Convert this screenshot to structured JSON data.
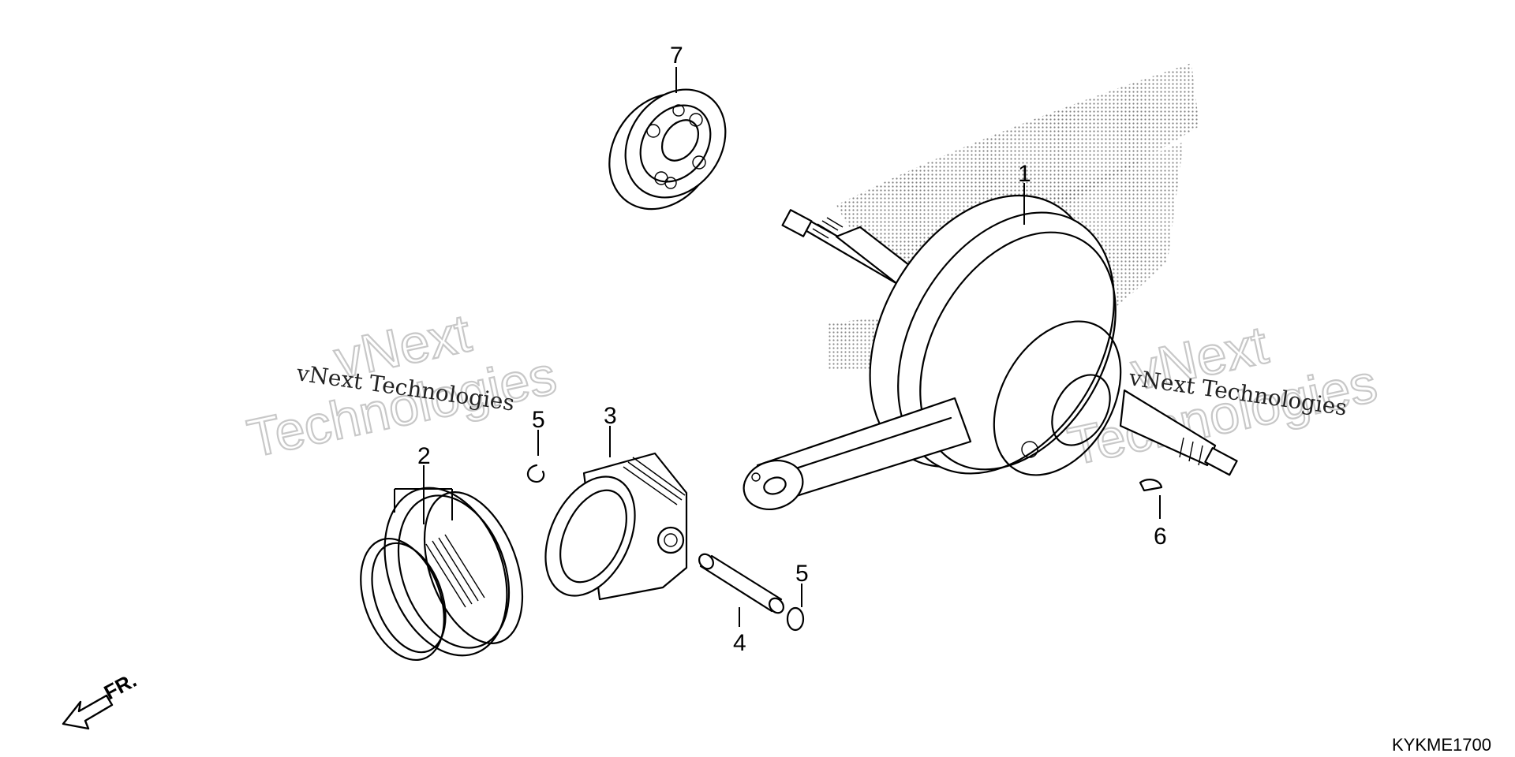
{
  "diagram": {
    "callouts": {
      "crankshaft": "1",
      "piston_ring_set": "2",
      "piston": "3",
      "piston_pin": "4",
      "pin_clip_upper": "5",
      "pin_clip_lower": "5",
      "woodruff_key": "6",
      "bearing": "7"
    },
    "direction_label": "FR.",
    "figure_code": "KYKME1700"
  },
  "watermarks": {
    "outline_top": "vNext",
    "outline_bottom": "Technologies",
    "serif_line": "vNext Technologies"
  },
  "colors": {
    "ink": "#000000",
    "watermark_outline": "#c8c8c8",
    "stipple": "#555555",
    "background": "#ffffff"
  }
}
